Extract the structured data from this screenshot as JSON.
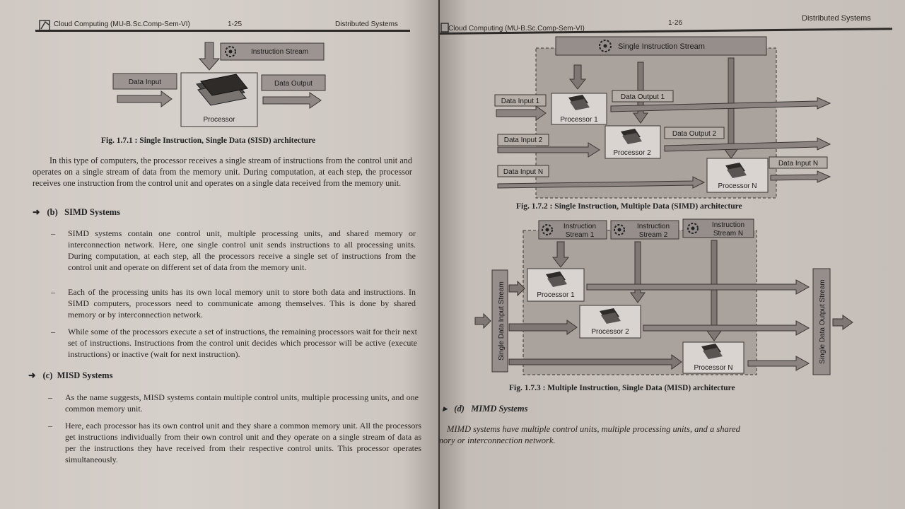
{
  "left_page": {
    "header_left": "Cloud Computing (MU-B.Sc.Comp-Sem-VI)",
    "header_page": "1-25",
    "header_right": "Distributed Systems",
    "fig1": {
      "instruction_stream": "Instruction Stream",
      "data_input": "Data Input",
      "data_output": "Data Output",
      "processor": "Processor",
      "caption": "Fig. 1.7.1 : Single Instruction, Single Data (SISD) architecture"
    },
    "intro_paragraph": "In this type of computers, the processor receives a single stream of instructions from the control unit and operates on a single stream of data from the memory unit. During computation, at each step, the processor receives one instruction from the control unit and operates on a single data received from the memory unit.",
    "simd": {
      "marker": "(b)",
      "heading": "SIMD Systems",
      "bullets": [
        "SIMD systems contain one control unit, multiple processing units, and shared memory or interconnection network. Here, one single control unit sends instructions to all processing units. During computation, at each step, all the processors receive a single set of instructions from the control unit and operate on different set of data from the memory unit.",
        "Each of the processing units has its own local memory unit to store both data and instructions. In SIMD computers, processors need to communicate among themselves. This is done by shared memory or by interconnection network.",
        "While some of the processors execute a set of instructions, the remaining processors wait for their next set of instructions. Instructions from the control unit decides which processor will be active (execute instructions) or inactive (wait for next instruction)."
      ]
    },
    "misd": {
      "marker": "(c)",
      "heading": "MISD Systems",
      "bullets": [
        "As the name suggests, MISD systems contain multiple control units, multiple processing units, and one common memory unit.",
        "Here, each processor has its own control unit and they share a common memory unit. All the processors get instructions individually from their own control unit and they operate on a single stream of data as per the instructions they have received from their respective control units. This processor operates simultaneously."
      ]
    }
  },
  "right_page": {
    "header_left": "Cloud Computing (MU-B.Sc.Comp-Sem-VI)",
    "header_page": "1-26",
    "header_right": "Distributed Systems",
    "fig2": {
      "stream": "Single Instruction Stream",
      "inputs": [
        "Data Input 1",
        "Data Input 2",
        "Data Input N"
      ],
      "outputs": [
        "Data Output 1",
        "Data Output 2",
        "Data Input N"
      ],
      "processors": [
        "Processor 1",
        "Processor 2",
        "Processor N"
      ],
      "caption": "Fig. 1.7.2 : Single Instruction, Multiple Data (SIMD) architecture"
    },
    "fig3": {
      "streams": [
        [
          "Instruction",
          "Stream 1"
        ],
        [
          "Instruction",
          "Stream 2"
        ],
        [
          "Instruction",
          "Stream N"
        ]
      ],
      "processors": [
        "Processor 1",
        "Processor 2",
        "Processor N"
      ],
      "input_stream": "Single Data Input Stream",
      "output_stream": "Single Data Output Stream",
      "caption": "Fig. 1.7.3 : Multiple Instruction, Single Data (MISD) architecture"
    },
    "mimd": {
      "marker": "(d)",
      "heading": "MIMD Systems",
      "text_line1": "MIMD systems have multiple control units, multiple processing units, and a shared",
      "text_line2": "mory or interconnection network."
    }
  }
}
